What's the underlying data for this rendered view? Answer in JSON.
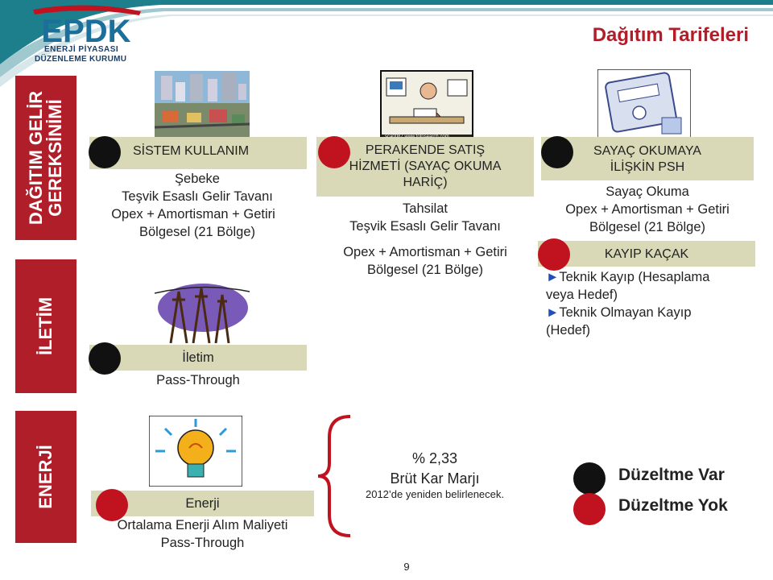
{
  "header": {
    "title": "Dağıtım Tarifeleri",
    "logo_text": "EPDK",
    "logo_sub1": "ENERJİ PİYASASI",
    "logo_sub2": "DÜZENLEME KURUMU"
  },
  "side_labels": {
    "dagitim": [
      "DAĞITIM GELİR",
      "GEREKSİNİMİ"
    ],
    "iletim": "İLETİM",
    "enerji": "ENERJİ"
  },
  "sistem_kullanim": {
    "heading": "SİSTEM KULLANIM",
    "lines": [
      "Şebeke",
      "Teşvik Esaslı Gelir Tavanı",
      "Opex + Amortisman + Getiri",
      "Bölgesel (21 Bölge)"
    ]
  },
  "perakende": {
    "heading": [
      "PERAKENDE SATIŞ",
      "HİZMETİ (SAYAÇ OKUMA",
      "HARİÇ)"
    ],
    "lines": [
      "Tahsilat",
      "Teşvik Esaslı Gelir Tavanı",
      "Opex + Amortisman + Getiri",
      "Bölgesel (21 Bölge)"
    ],
    "image_caption": "sca0087 www.fotosearch.com"
  },
  "sayac": {
    "heading": [
      "SAYAÇ OKUMAYA",
      "İLİŞKİN PSH"
    ],
    "lines": [
      "Sayaç Okuma",
      "Opex + Amortisman + Getiri",
      "Bölgesel (21 Bölge)"
    ]
  },
  "kayip": {
    "heading": "KAYIP KAÇAK",
    "items": [
      {
        "arrow": "►",
        "lines": [
          "Teknik Kayıp (Hesaplama",
          "veya Hedef)"
        ]
      },
      {
        "arrow": "►",
        "lines": [
          "Teknik Olmayan Kayıp",
          "(Hedef)"
        ]
      }
    ]
  },
  "iletim": {
    "heading": "İletim",
    "line": "Pass-Through"
  },
  "enerji": {
    "heading": "Enerji",
    "lines": [
      "Ortalama Enerji Alım Maliyeti",
      "Pass-Through"
    ]
  },
  "margin": {
    "percent": "% 2,33",
    "label": "Brüt Kar Marjı",
    "note": "2012’de yeniden belirlenecek."
  },
  "legend": [
    {
      "label": "Düzeltme Var",
      "color": "#111111"
    },
    {
      "label": "Düzeltme Yok",
      "color": "#c1121f"
    }
  ],
  "page_number": "9",
  "colors": {
    "accent_red": "#b01e2a",
    "bar_khaki": "#d9d9b8",
    "dot_red": "#c1121f",
    "dot_black": "#111111",
    "arrow_blue": "#1f4fb8"
  }
}
